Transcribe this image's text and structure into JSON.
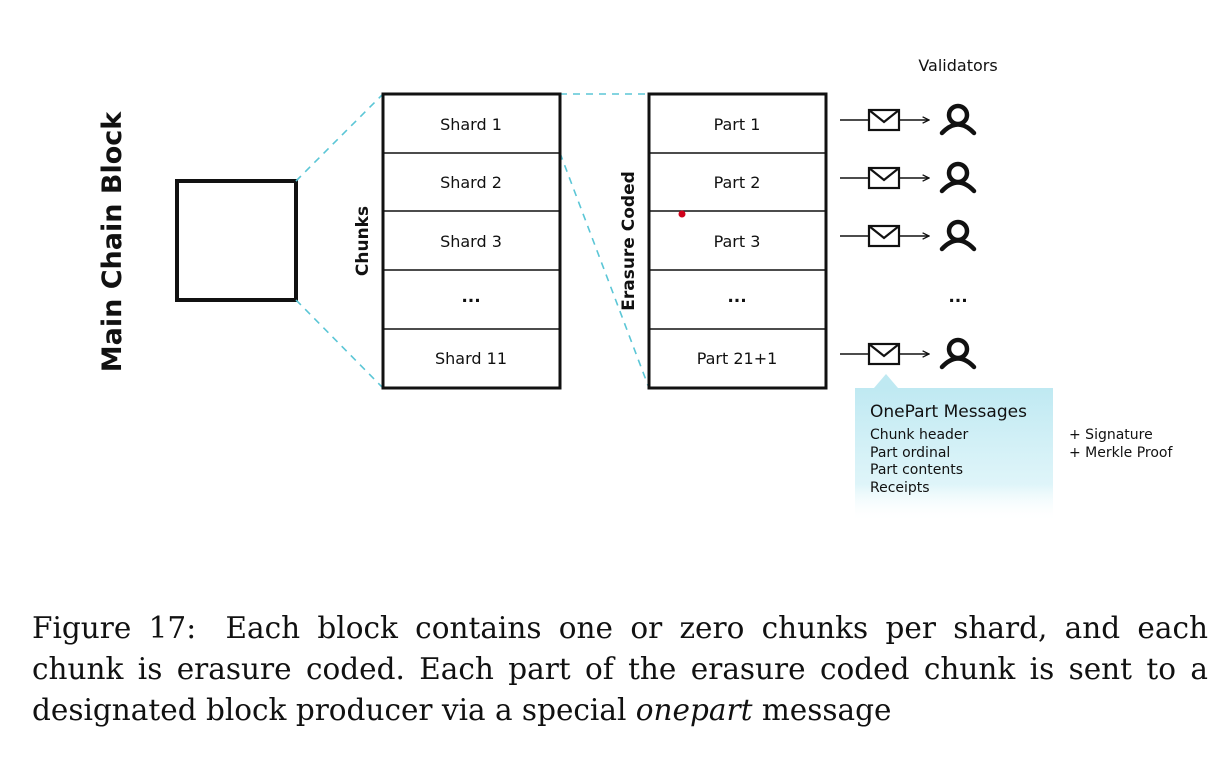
{
  "diagram": {
    "main_chain_label": "Main Chain Block",
    "chunks_label": "Chunks",
    "erasure_label": "Erasure Coded",
    "validators_label": "Validators",
    "shards": [
      "Shard 1",
      "Shard 2",
      "Shard 3",
      "...",
      "Shard 11"
    ],
    "parts": [
      "Part 1",
      "Part 2",
      "Part 3",
      "...",
      "Part 21+1"
    ],
    "validator_rows": [
      "validator",
      "validator",
      "validator",
      "ellipsis",
      "validator"
    ],
    "validator_ellipsis": "...",
    "onepart": {
      "title": "OnePart Messages",
      "fields": [
        "Chunk header",
        "Part ordinal",
        "Part contents",
        "Receipts"
      ],
      "extras": [
        "+ Signature",
        "+ Merkle Proof"
      ]
    },
    "colors": {
      "stroke": "#111111",
      "dashed": "#5bc6d6",
      "callout": "#bfe9f2",
      "marker": "#d0021b"
    }
  },
  "caption": {
    "label": "Figure 17:",
    "before": "Each block contains one or zero chunks per shard, and each chunk is erasure coded. Each part of the erasure coded chunk is sent to a designated block producer via a special ",
    "emphasis": "onepart",
    "after": " message"
  }
}
